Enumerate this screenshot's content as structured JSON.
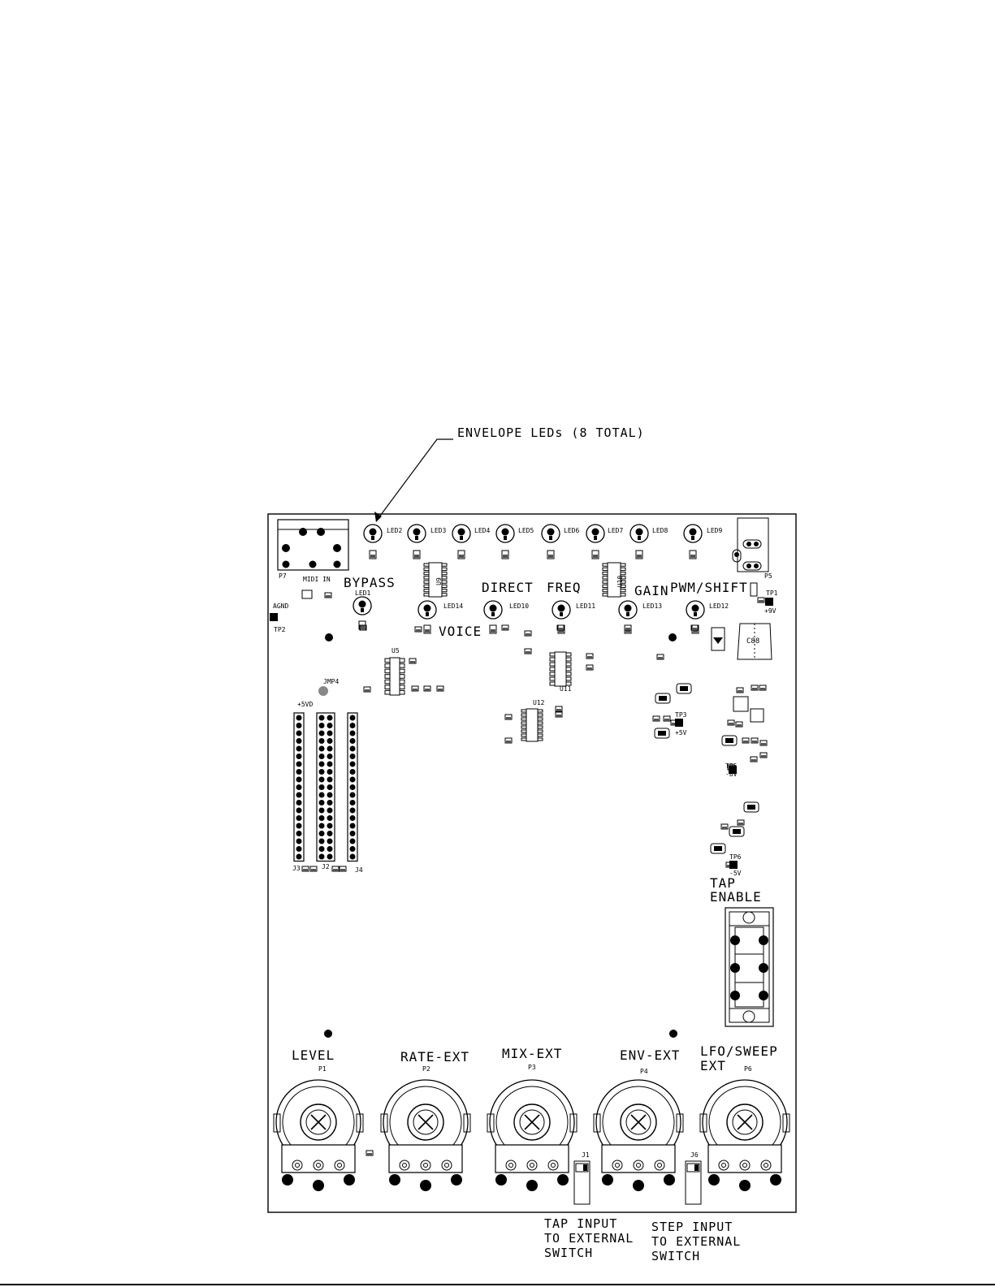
{
  "callout": {
    "text": "ENVELOPE LEDs (8 TOTAL)"
  },
  "section_labels": {
    "bypass": "BYPASS",
    "direct": "DIRECT",
    "freq": "FREQ",
    "gain": "GAIN",
    "pwm_shift": "PWM/SHIFT",
    "voice": "VOICE",
    "tap_enable_1": "TAP",
    "tap_enable_2": "ENABLE"
  },
  "pot_labels": {
    "level": "LEVEL",
    "rate_ext": "RATE-EXT",
    "mix_ext": "MIX-EXT",
    "env_ext": "ENV-EXT",
    "lfo_sweep_1": "LFO/SWEEP",
    "lfo_sweep_2": "EXT"
  },
  "pot_refs": [
    "P1",
    "P2",
    "P3",
    "P4",
    "P6"
  ],
  "envelope_leds": [
    "LED2",
    "LED3",
    "LED4",
    "LED5",
    "LED6",
    "LED7",
    "LED8",
    "LED9"
  ],
  "function_leds": [
    "LED1",
    "LED14",
    "LED10",
    "LED11",
    "LED13",
    "LED12"
  ],
  "connectors": {
    "p7": "P7",
    "midi_in": "MIDI IN",
    "p5": "P5",
    "j1": "J1",
    "j6": "J6",
    "j2": "J2",
    "j3": "J3",
    "j4": "J4",
    "jmp4": "JMP4",
    "plus5vd": "+5VD"
  },
  "ics": {
    "u5": "U5",
    "u9": "U9",
    "u10": "U10",
    "u11": "U11",
    "u12": "U12"
  },
  "test_points": {
    "tp1": "TP1",
    "tp1_v": "+9V",
    "tp2": "TP2",
    "agnd": "AGND",
    "tp3": "TP3",
    "tp3_v": "+5V",
    "tp5": "TP5",
    "tp5_v": "-8V",
    "tp6": "TP6",
    "tp6_v": "-5V"
  },
  "caps": {
    "c88": "C88"
  },
  "notes": {
    "tap_input": "TAP INPUT\nTO EXTERNAL\nSWITCH",
    "step_input": "STEP INPUT\nTO EXTERNAL\nSWITCH"
  }
}
